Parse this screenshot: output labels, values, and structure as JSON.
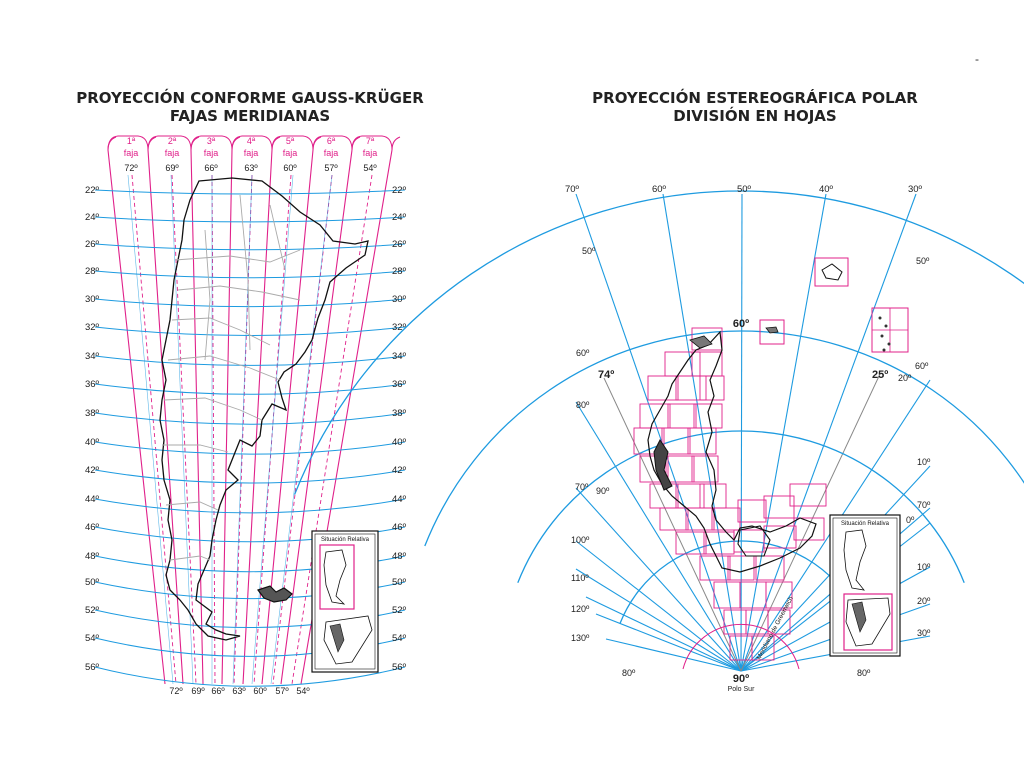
{
  "corner_mark": "-",
  "left_map": {
    "title_line1": "PROYECCIÓN CONFORME GAUSS-KRÜGER",
    "title_line2": "FAJAS MERIDIANAS",
    "zones": [
      {
        "num": "1ª",
        "word": "faja",
        "meridian": "72º"
      },
      {
        "num": "2ª",
        "word": "faja",
        "meridian": "69º"
      },
      {
        "num": "3ª",
        "word": "faja",
        "meridian": "66º"
      },
      {
        "num": "4ª",
        "word": "faja",
        "meridian": "63º"
      },
      {
        "num": "5ª",
        "word": "faja",
        "meridian": "60º"
      },
      {
        "num": "6ª",
        "word": "faja",
        "meridian": "57º"
      },
      {
        "num": "7ª",
        "word": "faja",
        "meridian": "54º"
      }
    ],
    "latitudes": [
      "22º",
      "24º",
      "26º",
      "28º",
      "30º",
      "32º",
      "34º",
      "36º",
      "38º",
      "40º",
      "42º",
      "44º",
      "46º",
      "48º",
      "48º",
      "50º",
      "52º",
      "54º",
      "56º"
    ],
    "bottom_meridians": [
      "72º",
      "69º",
      "66º",
      "63º",
      "60º",
      "57º",
      "54º"
    ],
    "inset_title": "Situación Relativa",
    "colors": {
      "zone": "#e0218a",
      "graticule": "#1e9be0",
      "outline": "#111111",
      "provinces": "#aaaaaa"
    }
  },
  "right_map": {
    "title_line1": "PROYECCIÓN ESTEREOGRÁFICA POLAR",
    "title_line2": "DIVISIÓN EN HOJAS",
    "top_meridians": [
      "70º",
      "60º",
      "50º",
      "40º",
      "30º"
    ],
    "parallel_labels": [
      "50º",
      "50º",
      "60º",
      "60º",
      "60º"
    ],
    "left_meridians": [
      "70º",
      "80º",
      "70º",
      "90º",
      "100º",
      "110º",
      "120º",
      "130º",
      "80º"
    ],
    "right_meridians": [
      "20º",
      "10º",
      "70º",
      "0º",
      "10º",
      "20º",
      "30º",
      "80º"
    ],
    "special_meridians": [
      "74º",
      "25º"
    ],
    "pole_label": "90º",
    "pole_caption": "Polo Sur",
    "greenwich_caption": "Meridiano de Greenwich",
    "inset_title": "Situación Relativa",
    "colors": {
      "sheet": "#e0218a",
      "graticule": "#1e9be0",
      "outline": "#111111"
    }
  }
}
